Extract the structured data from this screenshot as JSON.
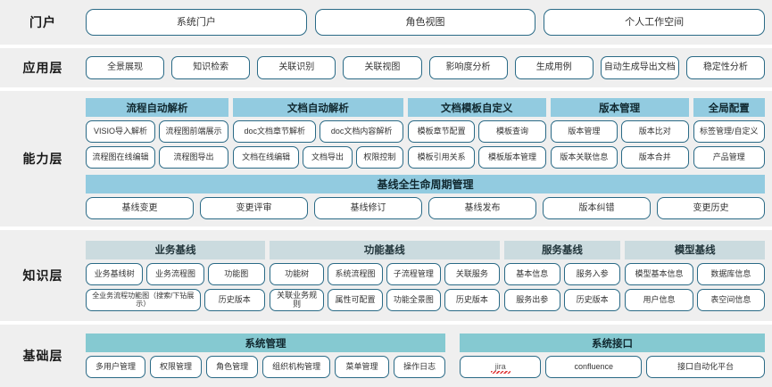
{
  "layers": [
    {
      "label": "门户",
      "items": [
        "系统门户",
        "角色视图",
        "个人工作空间"
      ]
    },
    {
      "label": "应用层",
      "items": [
        "全景展现",
        "知识检索",
        "关联识别",
        "关联视图",
        "影响度分析",
        "生成用例",
        "自动生成导出文档",
        "稳定性分析"
      ]
    },
    {
      "label": "能力层",
      "groups": [
        {
          "title": "流程自动解析",
          "flex": 155,
          "rows": [
            [
              "VISIO导入解析",
              "流程图前端展示"
            ],
            [
              "流程图在线编辑",
              "流程图导出"
            ]
          ]
        },
        {
          "title": "文档自动解析",
          "flex": 185,
          "rows": [
            [
              "doc文档章节解析",
              "doc文档内容解析"
            ],
            [
              "文档在线编辑",
              "文档导出",
              "权限控制"
            ]
          ]
        },
        {
          "title": "文档模板自定义",
          "flex": 150,
          "rows": [
            [
              "模板章节配置",
              "模板查询"
            ],
            [
              "模板引用关系",
              "模板版本管理"
            ]
          ]
        },
        {
          "title": "版本管理",
          "flex": 150,
          "rows": [
            [
              "版本管理",
              "版本比对"
            ],
            [
              "版本关联信息",
              "版本合并"
            ]
          ]
        },
        {
          "title": "全局配置",
          "flex": 78,
          "rows": [
            [
              "标签管理/自定义"
            ],
            [
              "产品管理"
            ]
          ]
        }
      ],
      "baseline": {
        "title": "基线全生命周期管理",
        "items": [
          "基线变更",
          "变更评审",
          "基线修订",
          "基线发布",
          "版本纠错",
          "变更历史"
        ]
      }
    },
    {
      "label": "知识层",
      "groups": [
        {
          "title": "业务基线",
          "flex": 195,
          "rows": [
            [
              "业务基线树",
              "业务流程图",
              "功能图"
            ],
            [
              "全业务流程功能图（搜索/下钻展示）",
              "历史版本"
            ]
          ],
          "row_flex": [
            [
              1,
              1,
              1
            ],
            [
              2,
              1
            ]
          ]
        },
        {
          "title": "功能基线",
          "flex": 250,
          "rows": [
            [
              "功能树",
              "系统流程图",
              "子流程管理",
              "关联服务"
            ],
            [
              "关联业务规则",
              "属性可配置",
              "功能全景图",
              "历史版本"
            ]
          ]
        },
        {
          "title": "服务基线",
          "flex": 127,
          "rows": [
            [
              "基本信息",
              "服务入参"
            ],
            [
              "服务出参",
              "历史版本"
            ]
          ]
        },
        {
          "title": "模型基线",
          "flex": 152,
          "rows": [
            [
              "模型基本信息",
              "数据库信息"
            ],
            [
              "用户信息",
              "表空间信息"
            ]
          ]
        }
      ]
    },
    {
      "label": "基础层",
      "groups": [
        {
          "title": "系统管理",
          "flex": 395,
          "rows": [
            [
              "多用户管理",
              "权限管理",
              "角色管理",
              "组织机构管理",
              "菜单管理",
              "操作日志"
            ]
          ],
          "row_flex": [
            [
              1,
              0.85,
              0.85,
              1.15,
              0.9,
              0.85
            ]
          ]
        },
        {
          "title": "系统接口",
          "flex": 335,
          "rows": [
            [
              "jira",
              "confluence",
              "接口自动化平台"
            ]
          ],
          "row_flex": [
            [
              1,
              1.2,
              1.5
            ]
          ]
        }
      ]
    }
  ],
  "colors": {
    "band_background": "#efefef",
    "capability_header": "#92cbe0",
    "knowledge_header": "#cbdbdf",
    "base_header": "#85c9d1",
    "pill_border": "#2a6a86",
    "jira_spellcheck_underline": "#e03b3b"
  }
}
